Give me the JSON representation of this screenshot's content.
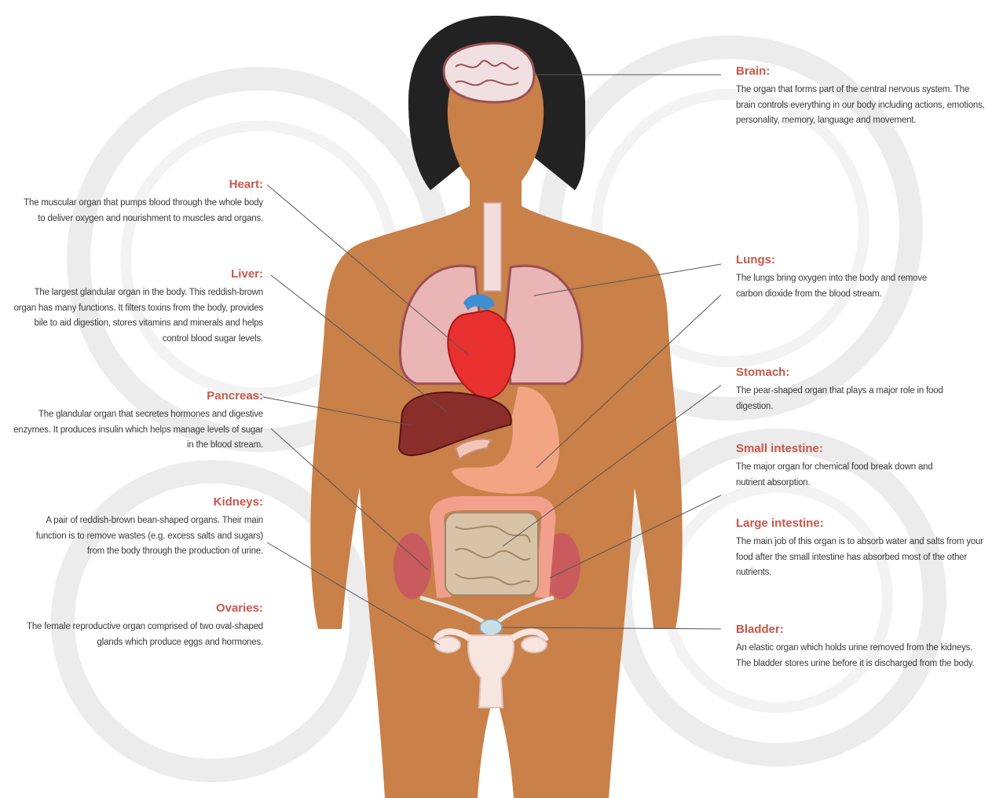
{
  "organs": {
    "brain": {
      "title": "Brain:",
      "text": "The organ that forms part of the central nervous system. The brain controls everything in our body including actions, emotions, personality, memory, language and movement."
    },
    "heart": {
      "title": "Heart:",
      "text": "The muscular organ that pumps blood through the whole body to deliver oxygen and nourishment to muscles and organs."
    },
    "liver": {
      "title": "Liver:",
      "text": "The largest glandular organ in the body. This reddish-brown organ has many functions. It filters toxins from the body, provides bile to aid digestion, stores vitamins and minerals and helps control blood sugar levels."
    },
    "pancreas": {
      "title": "Pancreas:",
      "text": "The glandular organ that secretes hormones and digestive enzymes. It produces insulin which helps manage levels of sugar in the blood stream."
    },
    "kidneys": {
      "title": "Kidneys:",
      "text": "A pair of reddish-brown bean-shaped organs. Their main function is to remove wastes (e.g. excess salts and sugars) from the body through the production of urine."
    },
    "ovaries": {
      "title": "Ovaries:",
      "text": "The female reproductive organ comprised of two oval-shaped glands which produce eggs and hormones."
    },
    "lungs": {
      "title": "Lungs:",
      "text": "The lungs bring oxygen into the body and remove carbon dioxide from the blood stream."
    },
    "stomach": {
      "title": "Stomach:",
      "text": "The pear-shaped organ that plays a major role in food digestion."
    },
    "small_intestine": {
      "title": "Small intestine:",
      "text": "The major organ for chemical food break down and nutrient absorption."
    },
    "large_intestine": {
      "title": "Large intestine:",
      "text": "The main job of this organ is to absorb water and salts from your food after the small intestine has absorbed most of the other nutrients."
    },
    "bladder": {
      "title": "Bladder:",
      "text": "An elastic organ which holds urine removed from the kidneys. The bladder stores urine before it is discharged from the body."
    }
  },
  "colors": {
    "label_title": "#c8574a",
    "body_skin": "#c98049",
    "hair": "#222222",
    "leader_line": "#555555"
  }
}
